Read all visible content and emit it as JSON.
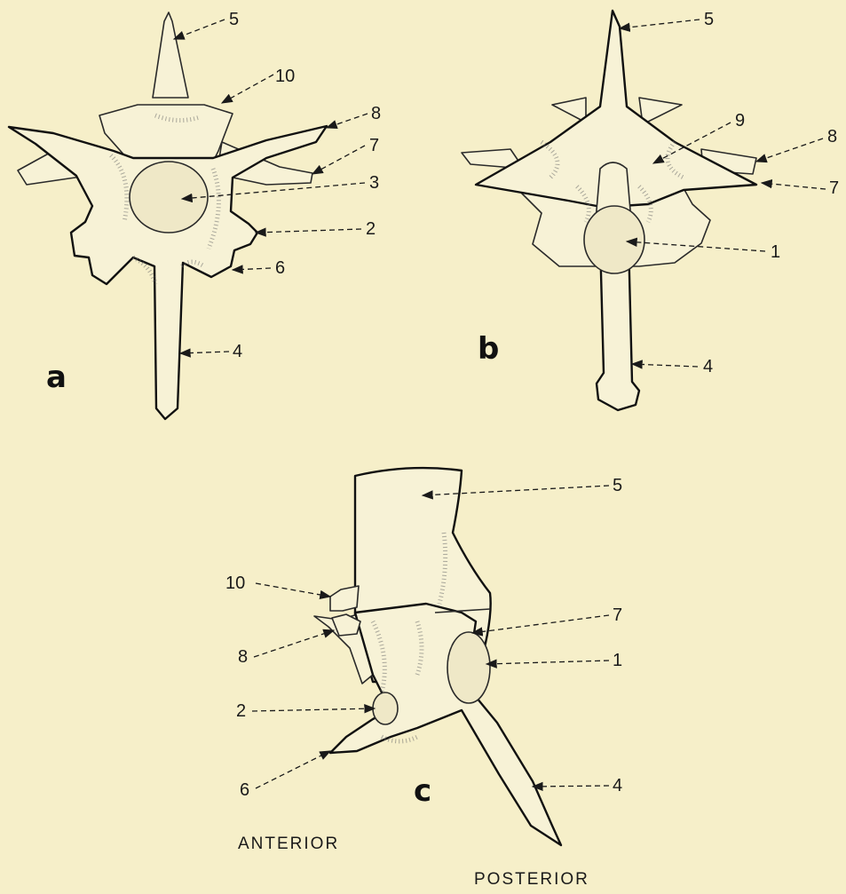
{
  "panels": {
    "a": {
      "letter": "a",
      "labels": {
        "l5": "5",
        "l10": "10",
        "l8": "8",
        "l7": "7",
        "l3": "3",
        "l2": "2",
        "l6": "6",
        "l4": "4"
      }
    },
    "b": {
      "letter": "b",
      "labels": {
        "l5": "5",
        "l9": "9",
        "l8": "8",
        "l7": "7",
        "l1": "1",
        "l4": "4"
      }
    },
    "c": {
      "letter": "c",
      "labels": {
        "l5": "5",
        "l10": "10",
        "l7": "7",
        "l8": "8",
        "l1": "1",
        "l2": "2",
        "l6": "6",
        "l4": "4"
      },
      "orientation": {
        "anterior": "ANTERIOR",
        "posterior": "POSTERIOR"
      }
    }
  },
  "colors": {
    "background": "#f6efc9",
    "bone_fill": "#f7f2d6",
    "ink": "#1a1a1a"
  }
}
